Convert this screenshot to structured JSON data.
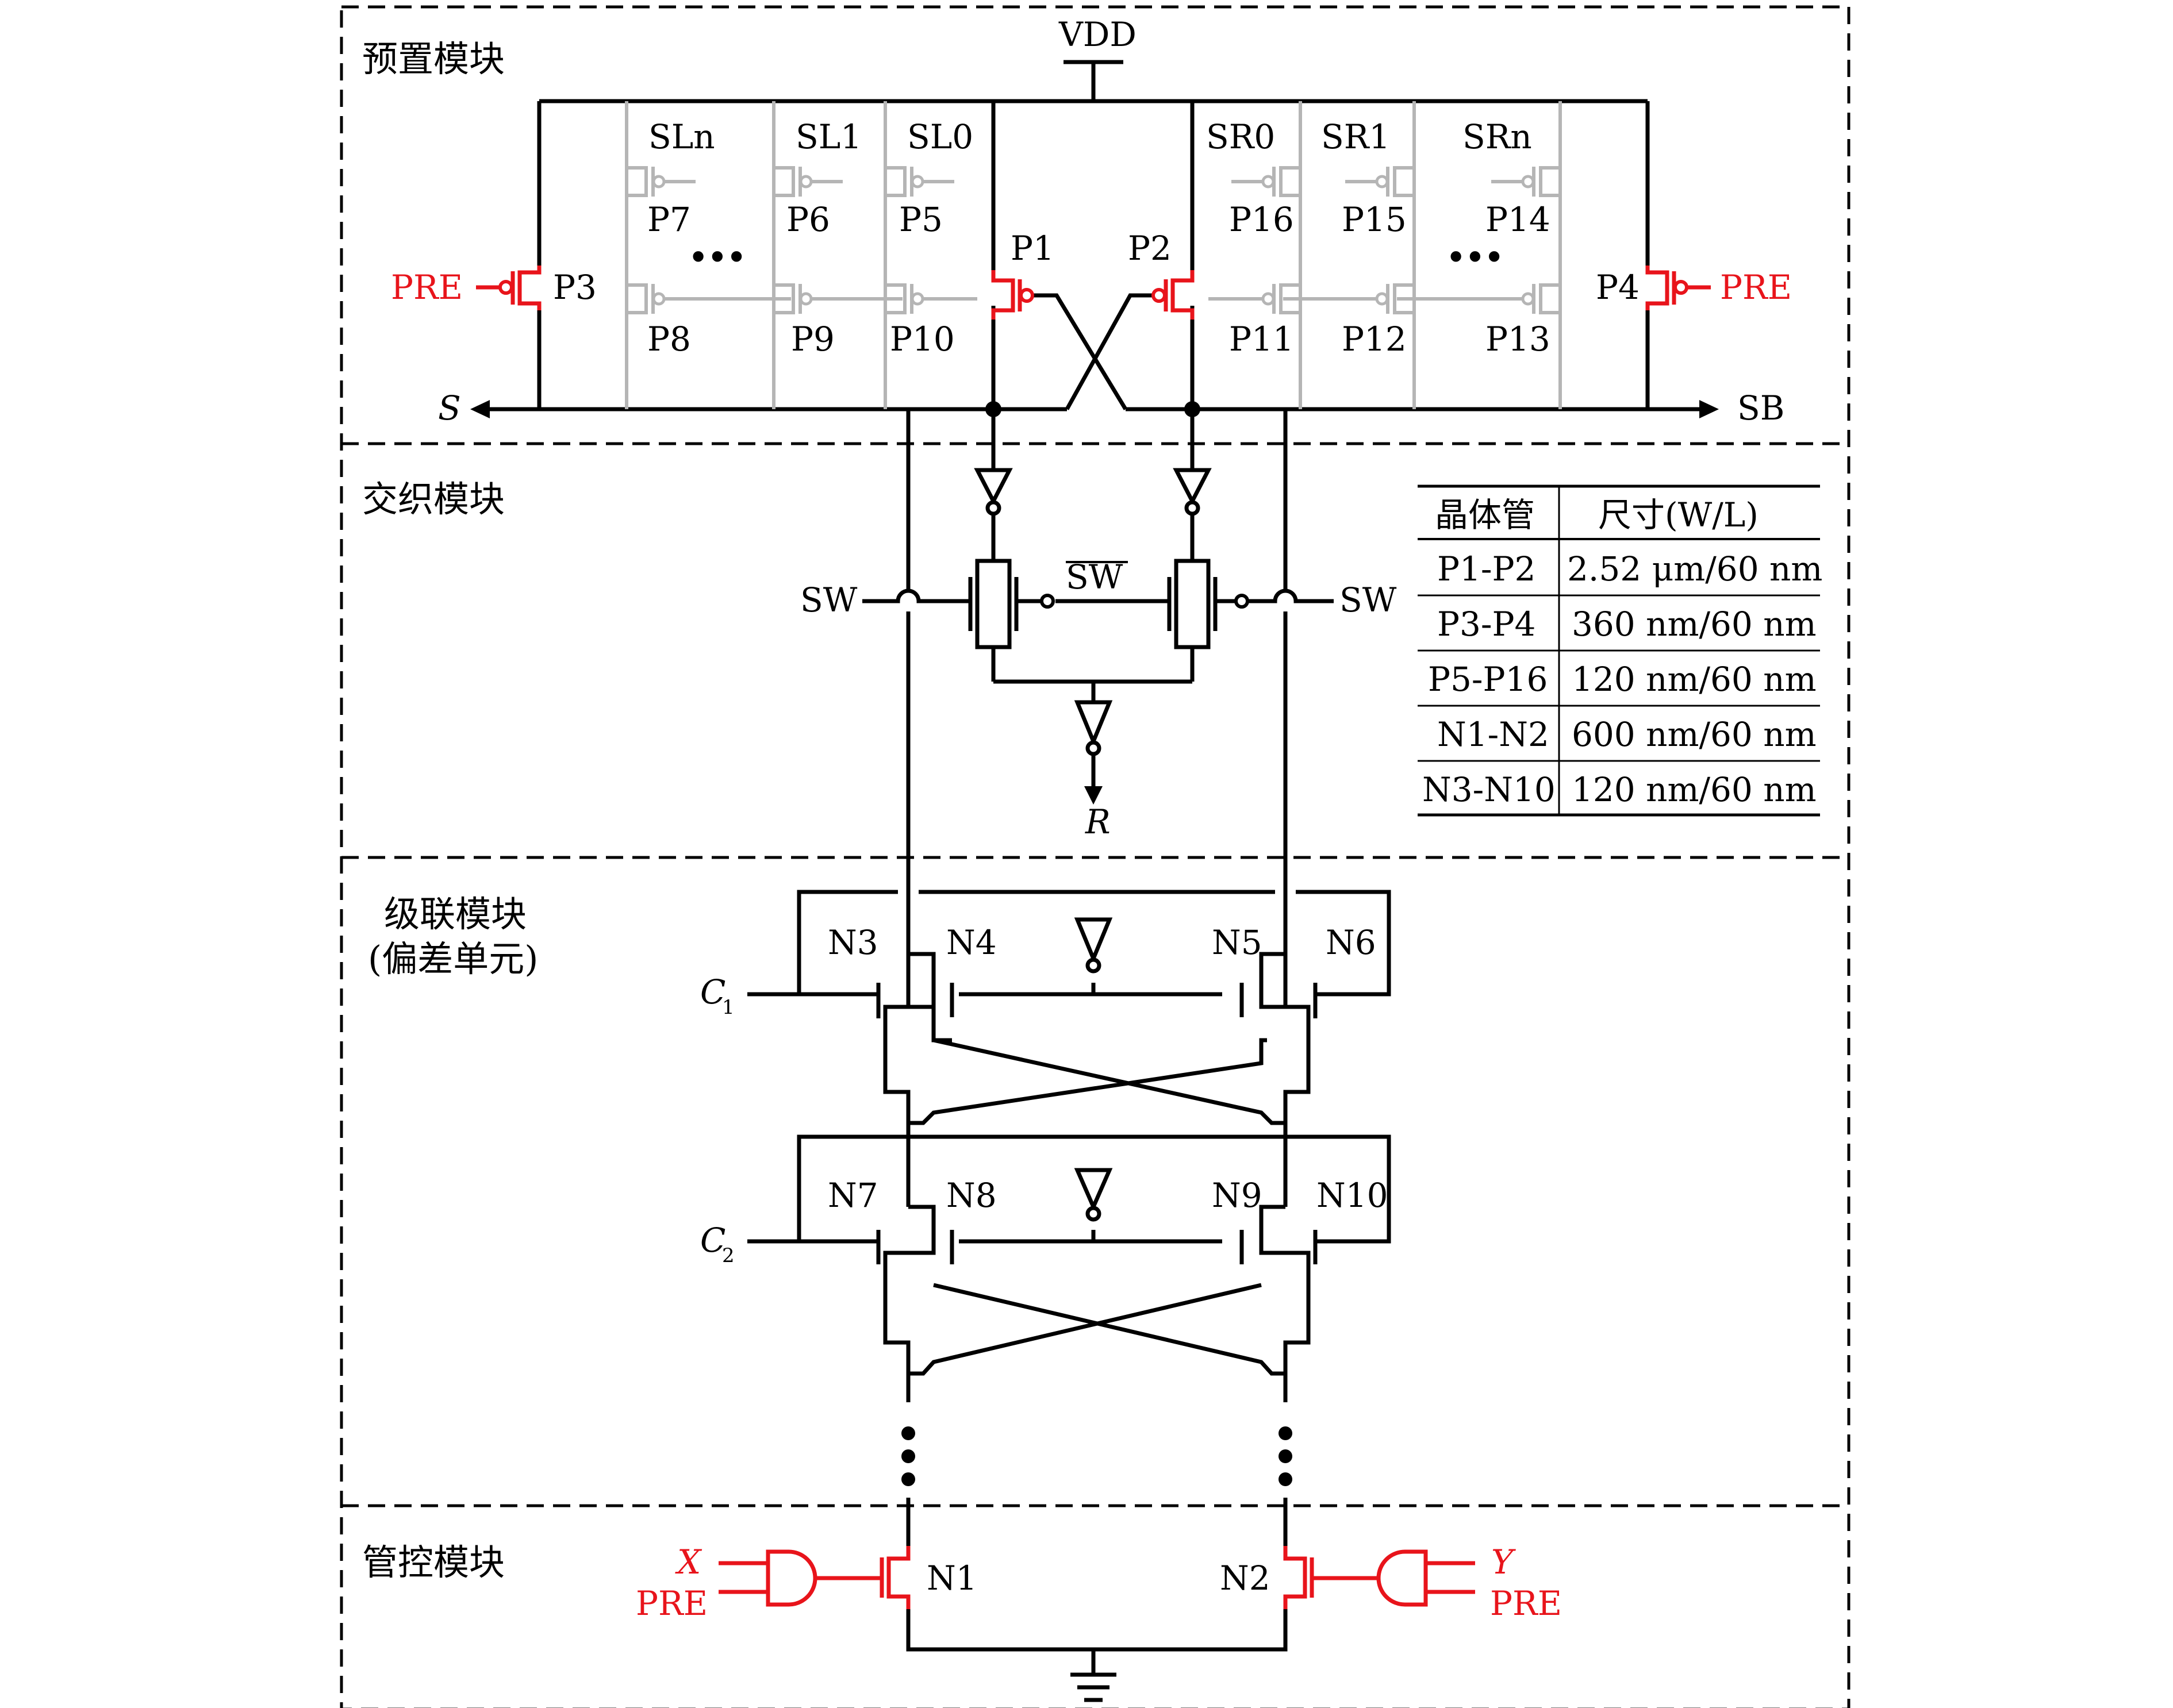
{
  "sections": {
    "preset": "预置模块",
    "interleave": "交织模块",
    "cascade": "级联模块",
    "cascade_sub": "(偏差单元)",
    "control": "管控模块"
  },
  "labels": {
    "vdd": "VDD",
    "s": "S",
    "sb": "SB",
    "pre": "PRE",
    "sw": "SW",
    "sw_bar": "SW",
    "r": "R",
    "c1": "C",
    "c1_sub": "1",
    "c2": "C",
    "c2_sub": "2",
    "x": "X",
    "y": "Y",
    "dots": "•••"
  },
  "select_left": [
    "SLn",
    "SL1",
    "SL0"
  ],
  "select_right": [
    "SR0",
    "SR1",
    "SRn"
  ],
  "transistors": {
    "p1": "P1",
    "p2": "P2",
    "p3": "P3",
    "p4": "P4",
    "p5": "P5",
    "p6": "P6",
    "p7": "P7",
    "p8": "P8",
    "p9": "P9",
    "p10": "P10",
    "p11": "P11",
    "p12": "P12",
    "p13": "P13",
    "p14": "P14",
    "p15": "P15",
    "p16": "P16",
    "n1": "N1",
    "n2": "N2",
    "n3": "N3",
    "n4": "N4",
    "n5": "N5",
    "n6": "N6",
    "n7": "N7",
    "n8": "N8",
    "n9": "N9",
    "n10": "N10"
  },
  "table": {
    "headers": [
      "晶体管",
      "尺寸(W/L)"
    ],
    "rows": [
      [
        "P1-P2",
        "2.52 μm/60 nm"
      ],
      [
        "P3-P4",
        "360 nm/60 nm"
      ],
      [
        "P5-P16",
        "120 nm/60 nm"
      ],
      [
        "N1-N2",
        "600 nm/60 nm"
      ],
      [
        "N3-N10",
        "120 nm/60 nm"
      ]
    ]
  },
  "colors": {
    "wire": "#000000",
    "highlight": "#e8141b",
    "disabled": "#b5b5b5"
  }
}
